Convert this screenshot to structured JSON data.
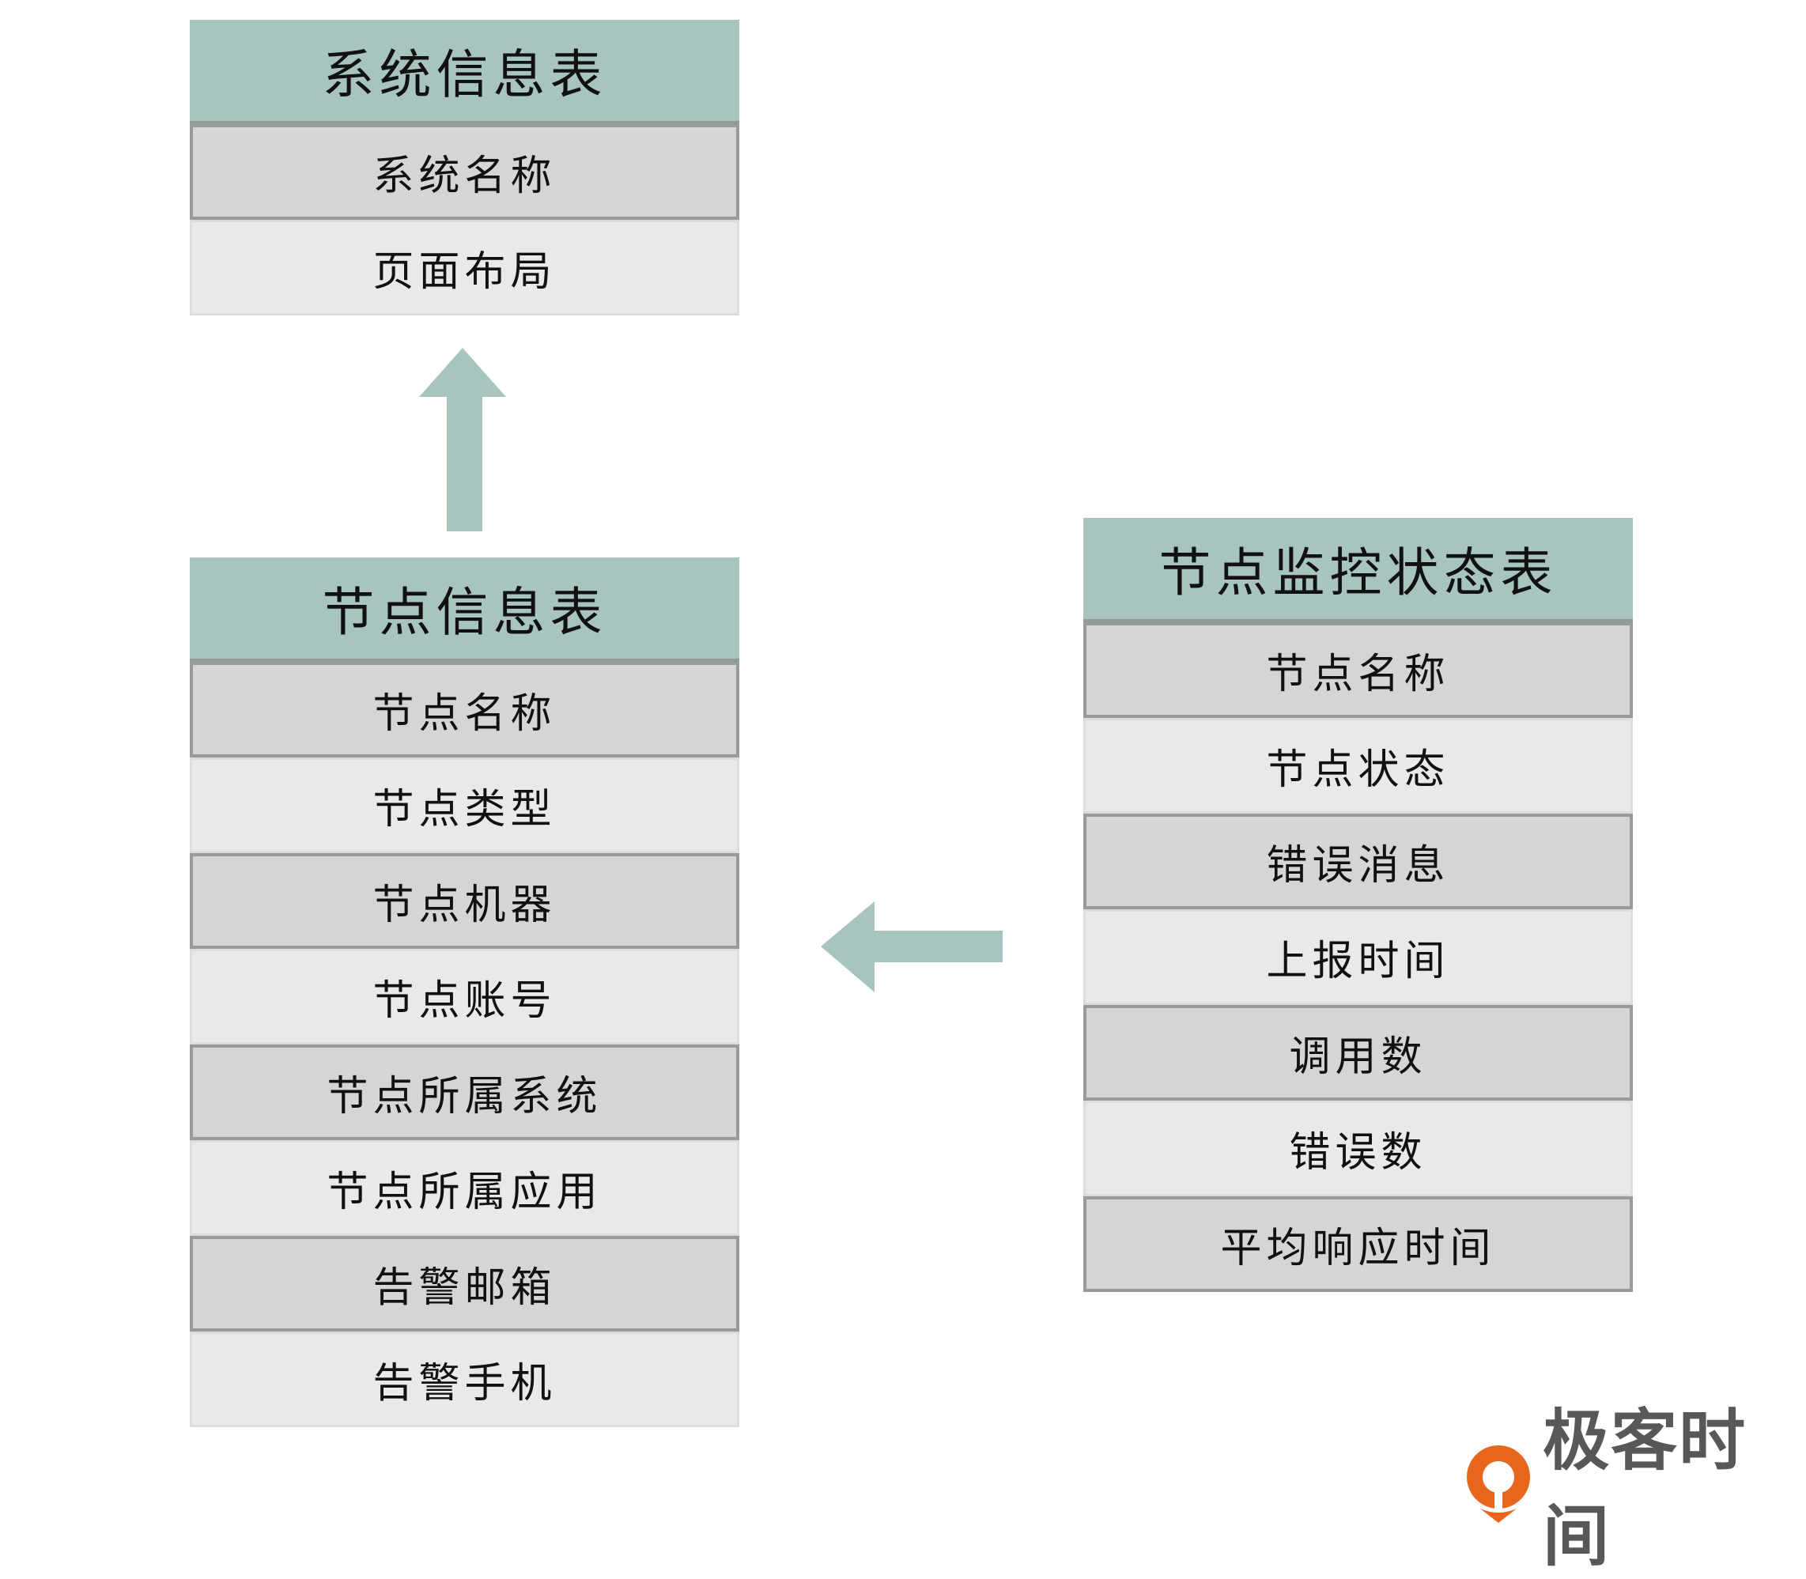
{
  "system_table": {
    "title": "系统信息表",
    "rows": [
      "系统名称",
      "页面布局"
    ]
  },
  "node_table": {
    "title": "节点信息表",
    "rows": [
      "节点名称",
      "节点类型",
      "节点机器",
      "节点账号",
      "节点所属系统",
      "节点所属应用",
      "告警邮箱",
      "告警手机"
    ]
  },
  "monitor_table": {
    "title": "节点监控状态表",
    "rows": [
      "节点名称",
      "节点状态",
      "错误消息",
      "上报时间",
      "调用数",
      "错误数",
      "平均响应时间"
    ]
  },
  "colors": {
    "header": "#a7c4c1",
    "row_dark": "#d6d5d6",
    "row_light": "#e9e9e9",
    "arrow": "#a7c4c1",
    "logo": "#e8661c"
  },
  "logo": {
    "text": "极客时间"
  }
}
